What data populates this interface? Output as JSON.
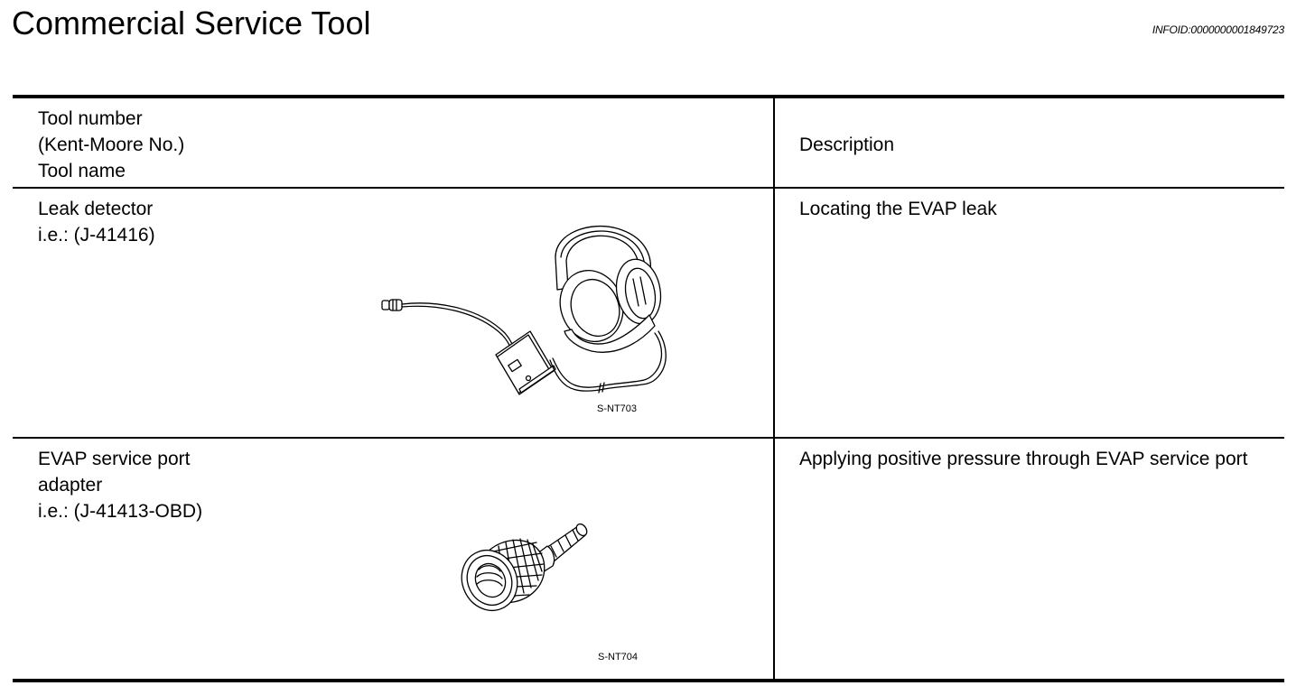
{
  "page": {
    "title": "Commercial Service Tool",
    "info_id": "INFOID:0000000001849723"
  },
  "table": {
    "header": {
      "tool_lines": [
        "Tool number",
        "(Kent-Moore No.)",
        "Tool name"
      ],
      "description": "Description"
    },
    "rows": [
      {
        "tool_lines": [
          "Leak detector",
          "i.e.: (J-41416)"
        ],
        "figure_code": "S-NT703",
        "figure_icon": "leak-detector-headphones-illustration",
        "description": "Locating the EVAP leak"
      },
      {
        "tool_lines": [
          "EVAP service port",
          "adapter",
          "i.e.: (J-41413-OBD)"
        ],
        "figure_code": "S-NT704",
        "figure_icon": "evap-service-port-adapter-illustration",
        "description": "Applying positive pressure through EVAP service port"
      }
    ]
  }
}
